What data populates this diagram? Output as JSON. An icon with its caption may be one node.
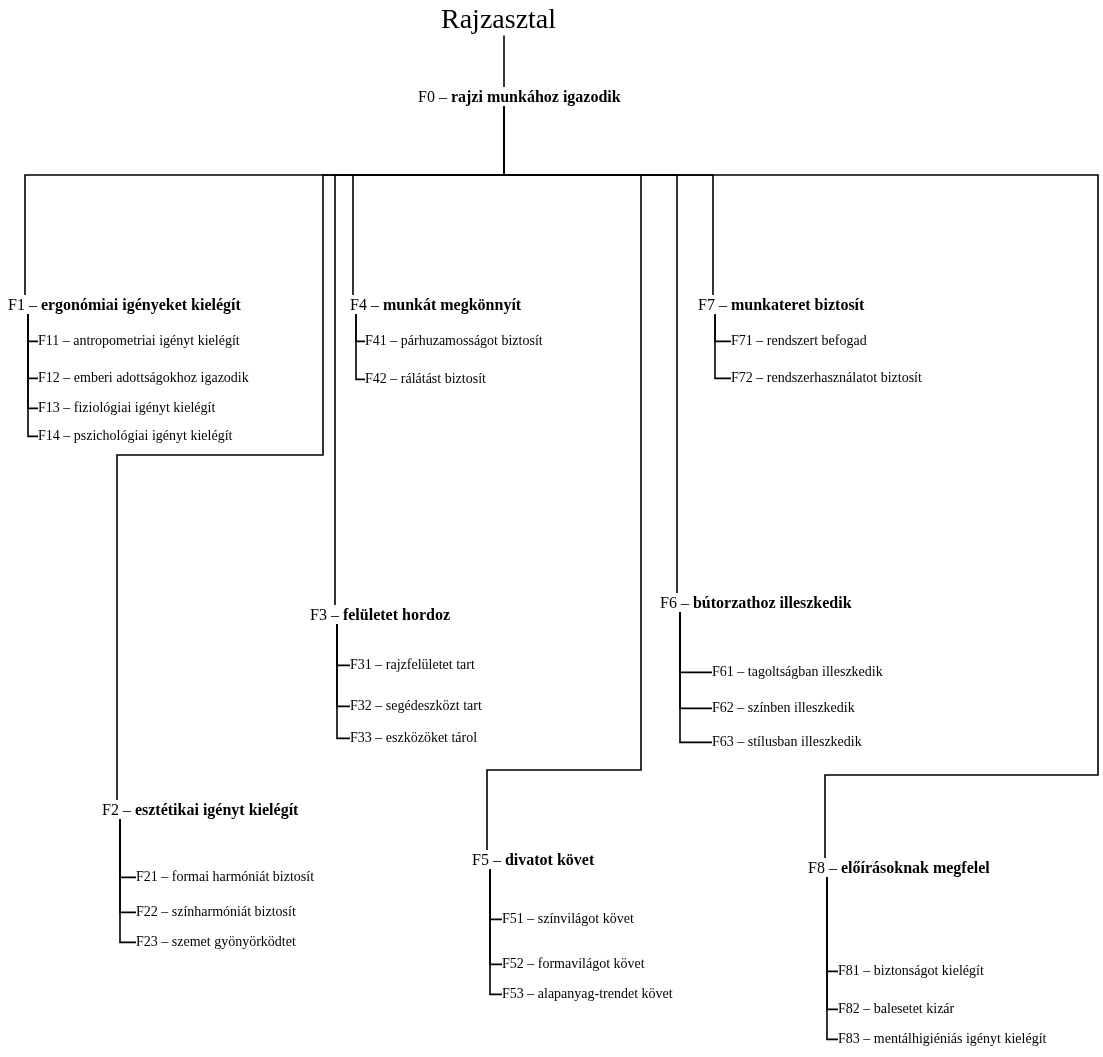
{
  "diagram": {
    "nodes": [
      {
        "text": [
          "Rajzasztal"
        ]
      },
      {
        "text": [
          "F0 – **rajzi munkához igazodik**"
        ]
      },
      {
        "text": [
          "F1 – **ergonómiai igényeket kielégít**"
        ]
      },
      {
        "text": [
          "F11 – antropometriai igényt kielégít"
        ]
      },
      {
        "text": [
          "F12 – emberi adottságokhoz igazodik"
        ]
      },
      {
        "text": [
          "F13 – fiziológiai igényt kielégít"
        ]
      },
      {
        "text": [
          "F14 – pszichológiai igényt kielégít"
        ]
      },
      {
        "text": [
          "F4 – **munkát megkönnyít**"
        ]
      },
      {
        "text": [
          "F41 – párhuzamosságot biztosít"
        ]
      },
      {
        "text": [
          "F42 – rálátást biztosít"
        ]
      },
      {
        "text": [
          "F7 – **munkateret biztosít**"
        ]
      },
      {
        "text": [
          "F71 – rendszert befogad"
        ]
      },
      {
        "text": [
          "F72 – rendszerhasználatot biztosít"
        ]
      },
      {
        "text": [
          "F3 – **felületet hordoz**"
        ]
      },
      {
        "text": [
          "F31 – rajzfelületet tart"
        ]
      },
      {
        "text": [
          "F32 – segédeszközt tart"
        ]
      },
      {
        "text": [
          "F33 – eszközöket tárol"
        ]
      },
      {
        "text": [
          "F6 – **bútorzathoz illeszkedik**"
        ]
      },
      {
        "text": [
          "F61 – tagoltságban illeszkedik"
        ]
      },
      {
        "text": [
          "F62 – színben illeszkedik"
        ]
      },
      {
        "text": [
          "F63 – stílusban illeszkedik"
        ]
      },
      {
        "text": [
          "F2 – **esztétikai igényt kielégít**"
        ]
      },
      {
        "text": [
          "F21 – formai harmóniát biztosít"
        ]
      },
      {
        "text": [
          "F22 – színharmóniát biztosít"
        ]
      },
      {
        "text": [
          "F23 – szemet gyönyörködtet"
        ]
      },
      {
        "text": [
          "F5 – **divatot követ**"
        ]
      },
      {
        "text": [
          "F51 – színvilágot követ"
        ]
      },
      {
        "text": [
          "F52 – formavilágot követ"
        ]
      },
      {
        "text": [
          "F53 – alapanyag-trendet követ"
        ]
      },
      {
        "text": [
          "F8 – **előírásoknak megfelel**"
        ]
      },
      {
        "text": [
          "F81 – biztonságot kielégít"
        ]
      },
      {
        "text": [
          "F82 – balesetet kizár"
        ]
      },
      {
        "text": [
          "F83 – mentálhigiéniás igényt kielégít"
        ]
      }
    ],
    "edges": [
      {
        "from": 0,
        "to": 1,
        "arrow": "none"
      },
      {
        "from": 1,
        "to": 2,
        "arrow": "none"
      },
      {
        "from": 1,
        "to": 21,
        "arrow": "none"
      },
      {
        "from": 1,
        "to": 13,
        "arrow": "none"
      },
      {
        "from": 1,
        "to": 7,
        "arrow": "none"
      },
      {
        "from": 1,
        "to": 25,
        "arrow": "none"
      },
      {
        "from": 1,
        "to": 17,
        "arrow": "none"
      },
      {
        "from": 1,
        "to": 10,
        "arrow": "none"
      },
      {
        "from": 1,
        "to": 29,
        "arrow": "none"
      },
      {
        "from": 2,
        "to": 3,
        "arrow": "none"
      },
      {
        "from": 2,
        "to": 4,
        "arrow": "none"
      },
      {
        "from": 2,
        "to": 5,
        "arrow": "none"
      },
      {
        "from": 2,
        "to": 6,
        "arrow": "none"
      },
      {
        "from": 7,
        "to": 8,
        "arrow": "none"
      },
      {
        "from": 7,
        "to": 9,
        "arrow": "none"
      },
      {
        "from": 10,
        "to": 11,
        "arrow": "none"
      },
      {
        "from": 10,
        "to": 12,
        "arrow": "none"
      },
      {
        "from": 13,
        "to": 14,
        "arrow": "none"
      },
      {
        "from": 13,
        "to": 15,
        "arrow": "none"
      },
      {
        "from": 13,
        "to": 16,
        "arrow": "none"
      },
      {
        "from": 17,
        "to": 18,
        "arrow": "none"
      },
      {
        "from": 17,
        "to": 19,
        "arrow": "none"
      },
      {
        "from": 17,
        "to": 20,
        "arrow": "none"
      },
      {
        "from": 21,
        "to": 22,
        "arrow": "none"
      },
      {
        "from": 21,
        "to": 23,
        "arrow": "none"
      },
      {
        "from": 21,
        "to": 24,
        "arrow": "none"
      },
      {
        "from": 25,
        "to": 26,
        "arrow": "none"
      },
      {
        "from": 25,
        "to": 27,
        "arrow": "none"
      },
      {
        "from": 25,
        "to": 28,
        "arrow": "none"
      },
      {
        "from": 29,
        "to": 30,
        "arrow": "none"
      },
      {
        "from": 29,
        "to": 31,
        "arrow": "none"
      },
      {
        "from": 29,
        "to": 32,
        "arrow": "none"
      }
    ]
  }
}
